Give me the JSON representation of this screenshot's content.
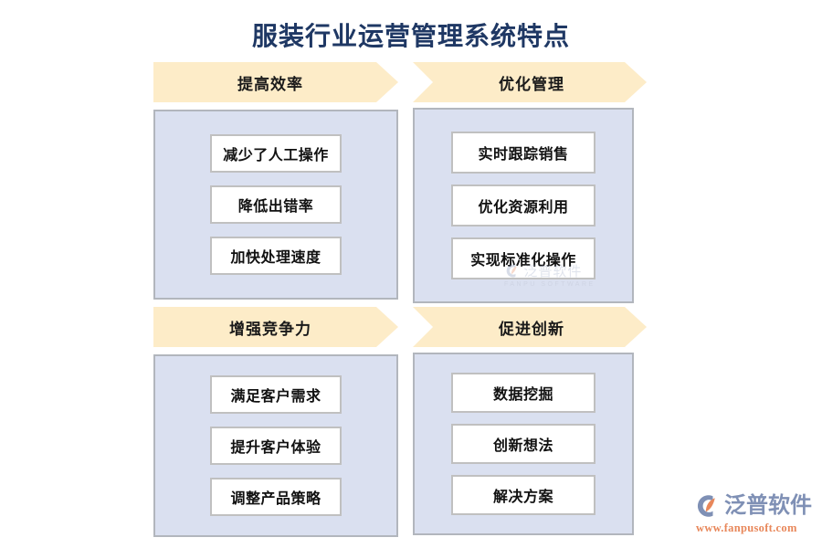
{
  "page": {
    "title": "服装行业运营管理系统特点",
    "title_color": "#1f3864",
    "background_color": "#ffffff"
  },
  "theme": {
    "banner_fill": "#fdecc8",
    "panel_fill": "#dae0f0",
    "panel_border": "#b2b6bd",
    "item_fill": "#ffffff",
    "item_border": "#c0c0c0",
    "logo_blue": "#7f90b5",
    "logo_orange": "#e8875a"
  },
  "quadrants": [
    {
      "id": "improve-efficiency",
      "banner_label": "提高效率",
      "items": [
        {
          "label": "减少了人工操作"
        },
        {
          "label": "降低出错率"
        },
        {
          "label": "加快处理速度"
        }
      ]
    },
    {
      "id": "optimize-management",
      "banner_label": "优化管理",
      "items": [
        {
          "label": "实时跟踪销售"
        },
        {
          "label": "优化资源利用"
        },
        {
          "label": "实现标准化操作"
        }
      ]
    },
    {
      "id": "enhance-competitiveness",
      "banner_label": "增强竞争力",
      "items": [
        {
          "label": "满足客户需求"
        },
        {
          "label": "提升客户体验"
        },
        {
          "label": "调整产品策略"
        }
      ]
    },
    {
      "id": "promote-innovation",
      "banner_label": "促进创新",
      "items": [
        {
          "label": "数据挖掘"
        },
        {
          "label": "创新想法"
        },
        {
          "label": "解决方案"
        }
      ]
    }
  ],
  "watermark": {
    "text": "泛普软件",
    "subtext": "FANPU SOFTWARE"
  },
  "logo": {
    "text": "泛普软件",
    "url": "www.fanpusoft.com"
  }
}
